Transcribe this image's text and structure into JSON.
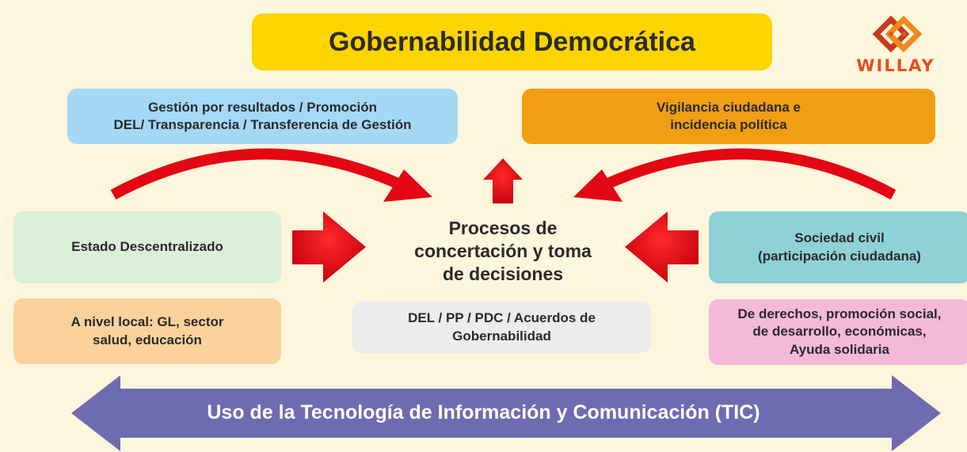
{
  "title": "Gobernabilidad Democrática",
  "logo": {
    "text": "WILLAY",
    "icon": "willay-logo-icon"
  },
  "boxes": {
    "gestion": "Gestión por resultados / Promoción\nDEL/ Transparencia / Transferencia de Gestión",
    "vigilancia": "Vigilancia ciudadana e\nincidencia política",
    "estado": "Estado Descentralizado",
    "sociedad": "Sociedad civil\n(participación ciudadana)",
    "local": "A nivel local: GL, sector\nsalud, educación",
    "del": "DEL / PP / PDC / Acuerdos de\nGobernabilidad",
    "derechos": "De derechos, promoción social,\nde desarrollo, económicas,\nAyuda solidaria"
  },
  "center": "Procesos de\nconcertación y toma\nde decisiones",
  "tic": "Uso de la Tecnología de Información y Comunicación (TIC)",
  "colors": {
    "background": "#fdf6dc",
    "title_bg": "#fdd400",
    "arrow_red": "#e30613",
    "tic_arrow": "#6e6cb0",
    "logo_orange": "#e94e1b"
  },
  "icons": [
    "curved-arrow-left-icon",
    "curved-arrow-right-icon",
    "up-arrow-icon",
    "right-arrow-icon",
    "left-arrow-icon",
    "double-arrow-icon"
  ]
}
